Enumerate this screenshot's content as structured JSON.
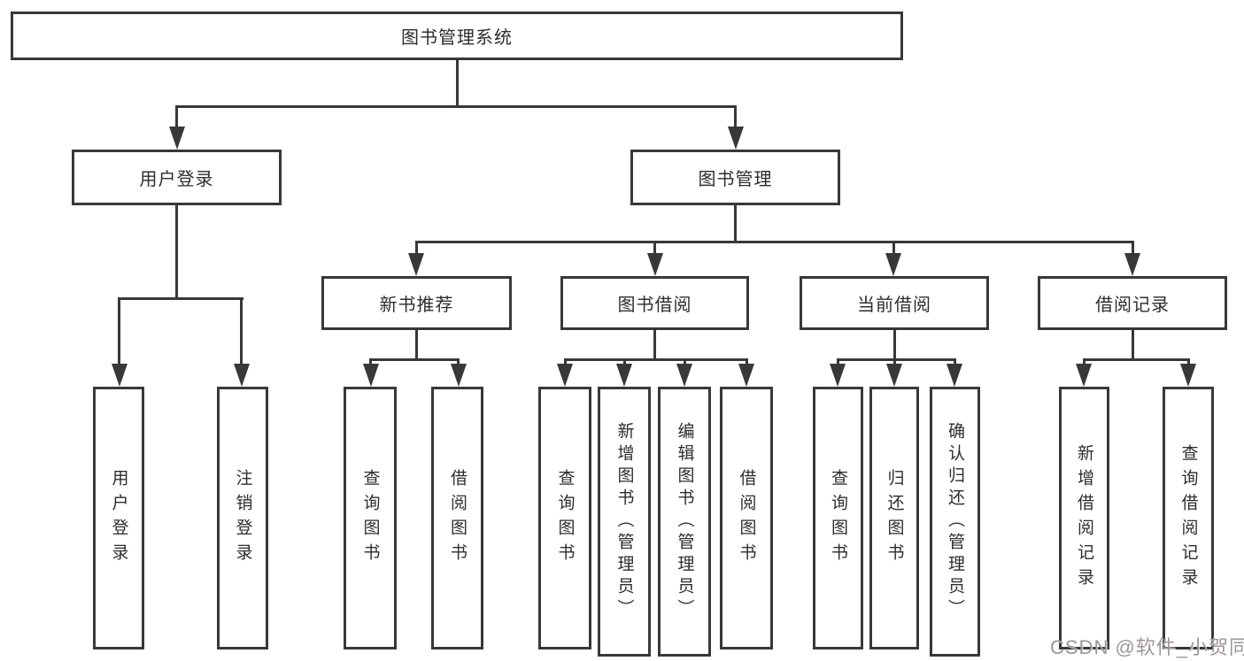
{
  "diagram": {
    "title": "图书管理系统",
    "nodes": {
      "root": {
        "label": "图书管理系统"
      },
      "branches": [
        {
          "label": "用户登录"
        },
        {
          "label": "图书管理"
        }
      ],
      "modules": [
        {
          "label": "新书推荐",
          "parent": "图书管理"
        },
        {
          "label": "图书借阅",
          "parent": "图书管理"
        },
        {
          "label": "当前借阅",
          "parent": "图书管理"
        },
        {
          "label": "借阅记录",
          "parent": "图书管理"
        }
      ],
      "functions": [
        {
          "label": "用户登录",
          "parent": "用户登录"
        },
        {
          "label": "注销登录",
          "parent": "用户登录"
        },
        {
          "label": "查询图书",
          "parent": "新书推荐"
        },
        {
          "label": "借阅图书",
          "parent": "新书推荐"
        },
        {
          "label": "查询图书",
          "parent": "图书借阅"
        },
        {
          "label": "新增图书（管理员）",
          "parent": "图书借阅"
        },
        {
          "label": "编辑图书（管理员）",
          "parent": "图书借阅"
        },
        {
          "label": "借阅图书",
          "parent": "图书借阅"
        },
        {
          "label": "查询图书",
          "parent": "当前借阅"
        },
        {
          "label": "归还图书",
          "parent": "当前借阅"
        },
        {
          "label": "确认归还（管理员）",
          "parent": "当前借阅"
        },
        {
          "label": "新增借阅记录",
          "parent": "借阅记录"
        },
        {
          "label": "查询借阅记录",
          "parent": "借阅记录"
        }
      ]
    },
    "colors": {
      "line": "#383838",
      "text": "#2d2d2d",
      "background": "#ffffff",
      "watermark": "#9e9696"
    }
  },
  "watermark": {
    "text": "CSDN @软件_小贺同学"
  }
}
